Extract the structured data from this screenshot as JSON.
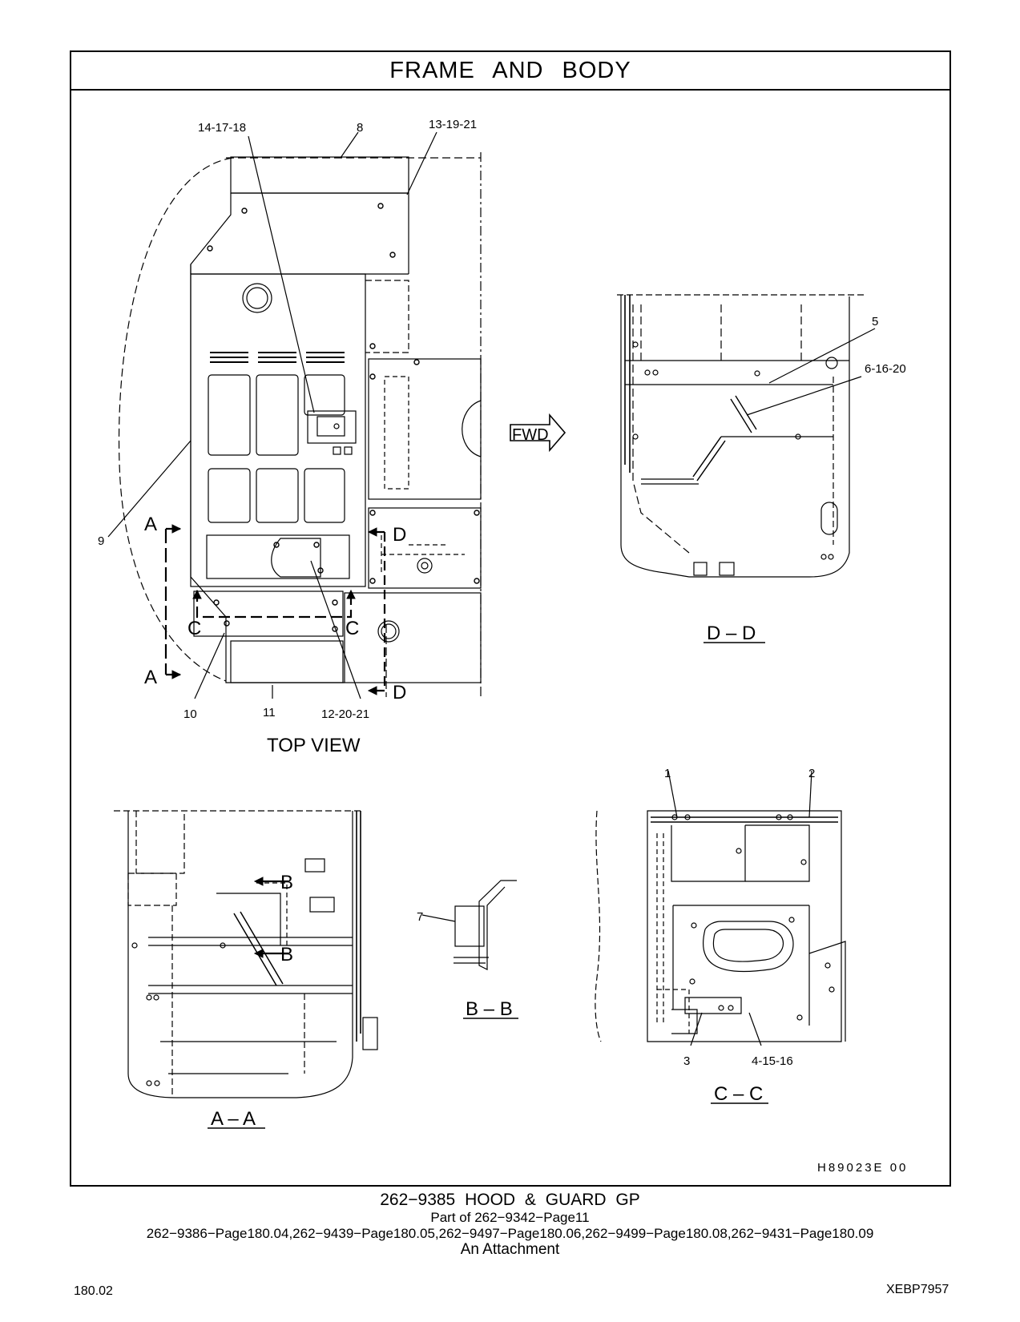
{
  "header": {
    "title": "FRAME AND BODY"
  },
  "drawing": {
    "callouts": {
      "c14_17_18": "14-17-18",
      "c8": "8",
      "c13_19_21": "13-19-21",
      "c9": "9",
      "c10": "10",
      "c11": "11",
      "c12_20_21": "12-20-21",
      "c5": "5",
      "c6_16_20": "6-16-20",
      "c7": "7",
      "c1": "1",
      "c2": "2",
      "c3": "3",
      "c4_15_16": "4-15-16"
    },
    "section_marks": {
      "a": "A",
      "b": "B",
      "c": "C",
      "d": "D"
    },
    "fwd_label": "FWD",
    "views": {
      "top": "TOP VIEW",
      "dd": "D – D",
      "aa": "A – A",
      "bb": "B – B",
      "cc": "C – C"
    },
    "reference_code": "H89023E    00"
  },
  "footer": {
    "part_title": "262−9385  HOOD & GUARD GP",
    "part_of": "Part of 262−9342−Page11",
    "related_pages": "262−9386−Page180.04,262−9439−Page180.05,262−9497−Page180.06,262−9499−Page180.08,262−9431−Page180.09",
    "attachment": "An Attachment",
    "page_number": "180.02",
    "doc_code": "XEBP7957"
  }
}
